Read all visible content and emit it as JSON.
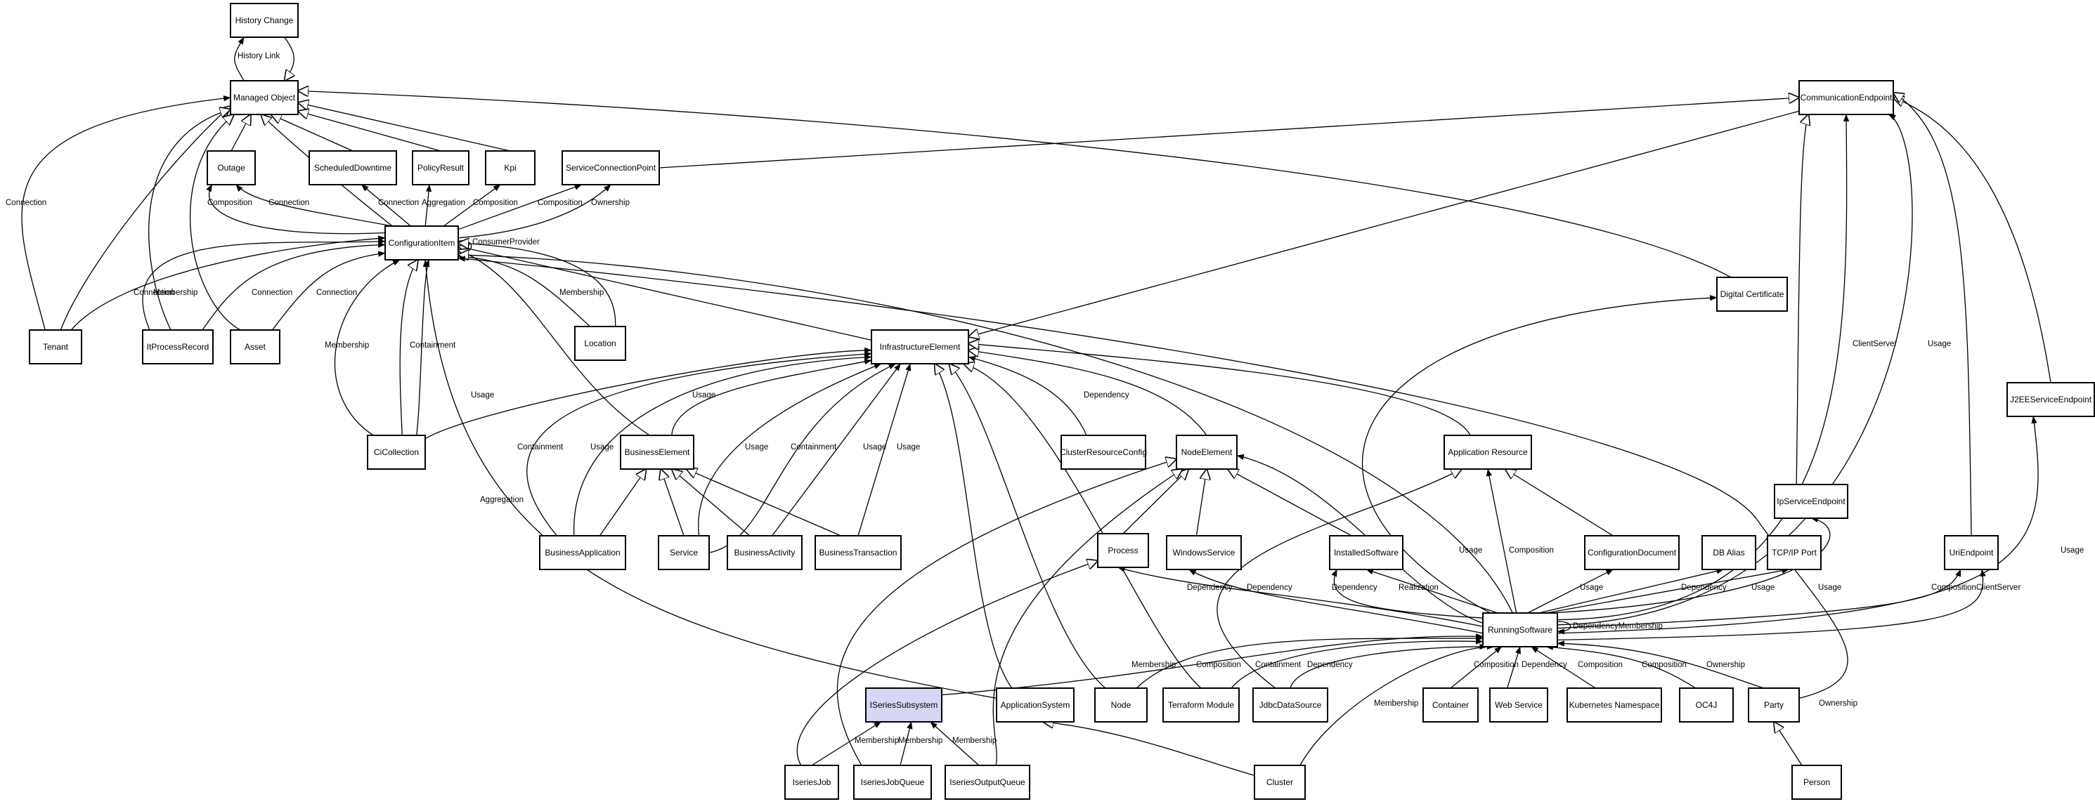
{
  "highlight_color": "#d6d6f5",
  "nodes": [
    {
      "id": "history_change",
      "label": "History Change"
    },
    {
      "id": "managed_object",
      "label": "Managed Object"
    },
    {
      "id": "communication_endpoint",
      "label": "CommunicationEndpoint"
    },
    {
      "id": "outage",
      "label": "Outage"
    },
    {
      "id": "scheduled_downtime",
      "label": "ScheduledDowntime"
    },
    {
      "id": "policy_result",
      "label": "PolicyResult"
    },
    {
      "id": "kpi",
      "label": "Kpi"
    },
    {
      "id": "service_connection_point",
      "label": "ServiceConnectionPoint"
    },
    {
      "id": "configuration_item",
      "label": "ConfigurationItem"
    },
    {
      "id": "digital_certificate",
      "label": "Digital Certificate"
    },
    {
      "id": "tenant",
      "label": "Tenant"
    },
    {
      "id": "it_process_record",
      "label": "ItProcessRecord"
    },
    {
      "id": "asset",
      "label": "Asset"
    },
    {
      "id": "location",
      "label": "Location"
    },
    {
      "id": "infrastructure_element",
      "label": "InfrastructureElement"
    },
    {
      "id": "j2ee_service_endpoint",
      "label": "J2EEServiceEndpoint"
    },
    {
      "id": "ci_collection",
      "label": "CiCollection"
    },
    {
      "id": "business_element",
      "label": "BusinessElement"
    },
    {
      "id": "cluster_resource_config",
      "label": "ClusterResourceConfig"
    },
    {
      "id": "node_element",
      "label": "NodeElement"
    },
    {
      "id": "application_resource",
      "label": "Application Resource"
    },
    {
      "id": "ip_service_endpoint",
      "label": "IpServiceEndpoint"
    },
    {
      "id": "business_application",
      "label": "BusinessApplication"
    },
    {
      "id": "service",
      "label": "Service"
    },
    {
      "id": "business_activity",
      "label": "BusinessActivity"
    },
    {
      "id": "business_transaction",
      "label": "BusinessTransaction"
    },
    {
      "id": "process",
      "label": "Process"
    },
    {
      "id": "windows_service",
      "label": "WindowsService"
    },
    {
      "id": "installed_software",
      "label": "InstalledSoftware"
    },
    {
      "id": "configuration_document",
      "label": "ConfigurationDocument"
    },
    {
      "id": "db_alias",
      "label": "DB Alias"
    },
    {
      "id": "tcpip_port",
      "label": "TCP/IP Port"
    },
    {
      "id": "uri_endpoint",
      "label": "UriEndpoint"
    },
    {
      "id": "running_software",
      "label": "RunningSoftware"
    },
    {
      "id": "iseries_subsystem",
      "label": "ISeriesSubsystem",
      "highlight": true
    },
    {
      "id": "application_system",
      "label": "ApplicationSystem"
    },
    {
      "id": "node",
      "label": "Node"
    },
    {
      "id": "terraform_module",
      "label": "Terraform Module"
    },
    {
      "id": "jdbc_data_source",
      "label": "JdbcDataSource"
    },
    {
      "id": "container",
      "label": "Container"
    },
    {
      "id": "web_service",
      "label": "Web Service"
    },
    {
      "id": "kubernetes_namespace",
      "label": "Kubernetes Namespace"
    },
    {
      "id": "oc4j",
      "label": "OC4J"
    },
    {
      "id": "party",
      "label": "Party"
    },
    {
      "id": "iseries_job",
      "label": "IseriesJob"
    },
    {
      "id": "iseries_job_queue",
      "label": "IseriesJobQueue"
    },
    {
      "id": "iseries_output_queue",
      "label": "IseriesOutputQueue"
    },
    {
      "id": "cluster",
      "label": "Cluster"
    },
    {
      "id": "person",
      "label": "Person"
    }
  ],
  "edges": [
    {
      "from": "managed_object",
      "to": "history_change",
      "label": "History Link",
      "kind": "assoc"
    },
    {
      "from": "history_change",
      "to": "managed_object",
      "label": "",
      "kind": "inherit"
    },
    {
      "from": "outage",
      "to": "managed_object",
      "label": "",
      "kind": "inherit"
    },
    {
      "from": "scheduled_downtime",
      "to": "managed_object",
      "label": "",
      "kind": "inherit"
    },
    {
      "from": "policy_result",
      "to": "managed_object",
      "label": "",
      "kind": "inherit"
    },
    {
      "from": "kpi",
      "to": "managed_object",
      "label": "",
      "kind": "inherit"
    },
    {
      "from": "configuration_item",
      "to": "managed_object",
      "label": "",
      "kind": "inherit"
    },
    {
      "from": "tenant",
      "to": "managed_object",
      "label": "",
      "kind": "inherit"
    },
    {
      "from": "tenant",
      "to": "managed_object",
      "label": "Connection",
      "kind": "assoc"
    },
    {
      "from": "it_process_record",
      "to": "managed_object",
      "label": "",
      "kind": "inherit"
    },
    {
      "from": "asset",
      "to": "managed_object",
      "label": "",
      "kind": "inherit"
    },
    {
      "from": "digital_certificate",
      "to": "managed_object",
      "label": "",
      "kind": "inherit"
    },
    {
      "from": "service_connection_point",
      "to": "communication_endpoint",
      "label": "",
      "kind": "inherit"
    },
    {
      "from": "configuration_item",
      "to": "outage",
      "label": "Composition",
      "kind": "assoc"
    },
    {
      "from": "configuration_item",
      "to": "outage",
      "label": "Connection",
      "kind": "assoc"
    },
    {
      "from": "configuration_item",
      "to": "scheduled_downtime",
      "label": "Connection",
      "kind": "assoc"
    },
    {
      "from": "configuration_item",
      "to": "policy_result",
      "label": "Aggregation",
      "kind": "assoc"
    },
    {
      "from": "configuration_item",
      "to": "kpi",
      "label": "Composition",
      "kind": "assoc"
    },
    {
      "from": "configuration_item",
      "to": "service_connection_point",
      "label": "Composition",
      "kind": "assoc"
    },
    {
      "from": "configuration_item",
      "to": "service_connection_point",
      "label": "Ownership",
      "kind": "assoc"
    },
    {
      "from": "configuration_item",
      "to": "configuration_item",
      "label": "ConsumerProvider",
      "kind": "assoc"
    },
    {
      "from": "tenant",
      "to": "configuration_item",
      "label": "Connection",
      "kind": "assoc"
    },
    {
      "from": "it_process_record",
      "to": "configuration_item",
      "label": "Membership",
      "kind": "assoc"
    },
    {
      "from": "it_process_record",
      "to": "configuration_item",
      "label": "Connection",
      "kind": "assoc"
    },
    {
      "from": "asset",
      "to": "configuration_item",
      "label": "Connection",
      "kind": "assoc"
    },
    {
      "from": "location",
      "to": "configuration_item",
      "label": "Membership",
      "kind": "assoc"
    },
    {
      "from": "ci_collection",
      "to": "configuration_item",
      "label": "Membership",
      "kind": "assoc"
    },
    {
      "from": "ci_collection",
      "to": "configuration_item",
      "label": "Containment",
      "kind": "assoc"
    },
    {
      "from": "ci_collection",
      "to": "configuration_item",
      "label": "",
      "kind": "inherit"
    },
    {
      "from": "infrastructure_element",
      "to": "configuration_item",
      "label": "",
      "kind": "inherit"
    },
    {
      "from": "business_element",
      "to": "configuration_item",
      "label": "",
      "kind": "inherit"
    },
    {
      "from": "location",
      "to": "configuration_item",
      "label": "",
      "kind": "inherit"
    },
    {
      "from": "running_software",
      "to": "configuration_item",
      "label": "",
      "kind": "inherit"
    },
    {
      "from": "application_system",
      "to": "configuration_item",
      "label": "Aggregation",
      "kind": "assoc"
    },
    {
      "from": "ci_collection",
      "to": "infrastructure_element",
      "label": "Usage",
      "kind": "assoc"
    },
    {
      "from": "business_application",
      "to": "infrastructure_element",
      "label": "Containment",
      "kind": "assoc"
    },
    {
      "from": "business_application",
      "to": "infrastructure_element",
      "label": "Usage",
      "kind": "assoc"
    },
    {
      "from": "business_element",
      "to": "infrastructure_element",
      "label": "Usage",
      "kind": "assoc"
    },
    {
      "from": "service",
      "to": "infrastructure_element",
      "label": "Usage",
      "kind": "assoc"
    },
    {
      "from": "service",
      "to": "infrastructure_element",
      "label": "Containment",
      "kind": "assoc"
    },
    {
      "from": "business_activity",
      "to": "infrastructure_element",
      "label": "Usage",
      "kind": "assoc"
    },
    {
      "from": "business_transaction",
      "to": "infrastructure_element",
      "label": "Usage",
      "kind": "assoc"
    },
    {
      "from": "cluster_resource_config",
      "to": "infrastructure_element",
      "label": "Dependency",
      "kind": "assoc"
    },
    {
      "from": "node_element",
      "to": "infrastructure_element",
      "label": "",
      "kind": "inherit"
    },
    {
      "from": "application_resource",
      "to": "infrastructure_element",
      "label": "",
      "kind": "inherit"
    },
    {
      "from": "application_system",
      "to": "infrastructure_element",
      "label": "",
      "kind": "inherit"
    },
    {
      "from": "node",
      "to": "infrastructure_element",
      "label": "",
      "kind": "inherit"
    },
    {
      "from": "terraform_module",
      "to": "infrastructure_element",
      "label": "",
      "kind": "inherit"
    },
    {
      "from": "communication_endpoint",
      "to": "infrastructure_element",
      "label": "",
      "kind": "inherit"
    },
    {
      "from": "j2ee_service_endpoint",
      "to": "communication_endpoint",
      "label": "",
      "kind": "inherit"
    },
    {
      "from": "ip_service_endpoint",
      "to": "communication_endpoint",
      "label": "",
      "kind": "inherit"
    },
    {
      "from": "uri_endpoint",
      "to": "communication_endpoint",
      "label": "",
      "kind": "inherit"
    },
    {
      "from": "running_software",
      "to": "communication_endpoint",
      "label": "ClientServer",
      "kind": "assoc"
    },
    {
      "from": "running_software",
      "to": "communication_endpoint",
      "label": "Usage",
      "kind": "assoc"
    },
    {
      "from": "running_software",
      "to": "j2ee_service_endpoint",
      "label": "Usage",
      "kind": "assoc"
    },
    {
      "from": "running_software",
      "to": "digital_certificate",
      "label": "",
      "kind": "assoc"
    },
    {
      "from": "business_application",
      "to": "business_element",
      "label": "",
      "kind": "inherit"
    },
    {
      "from": "service",
      "to": "business_element",
      "label": "",
      "kind": "inherit"
    },
    {
      "from": "business_activity",
      "to": "business_element",
      "label": "",
      "kind": "inherit"
    },
    {
      "from": "business_transaction",
      "to": "business_element",
      "label": "",
      "kind": "inherit"
    },
    {
      "from": "process",
      "to": "node_element",
      "label": "",
      "kind": "inherit"
    },
    {
      "from": "windows_service",
      "to": "node_element",
      "label": "",
      "kind": "inherit"
    },
    {
      "from": "installed_software",
      "to": "node_element",
      "label": "",
      "kind": "inherit"
    },
    {
      "from": "iseries_job_queue",
      "to": "node_element",
      "label": "",
      "kind": "inherit"
    },
    {
      "from": "iseries_output_queue",
      "to": "node_element",
      "label": "",
      "kind": "inherit"
    },
    {
      "from": "running_software",
      "to": "node_element",
      "label": "Usage",
      "kind": "assoc"
    },
    {
      "from": "configuration_document",
      "to": "application_resource",
      "label": "",
      "kind": "inherit"
    },
    {
      "from": "jdbc_data_source",
      "to": "application_resource",
      "label": "",
      "kind": "inherit"
    },
    {
      "from": "running_software",
      "to": "application_resource",
      "label": "Composition",
      "kind": "assoc"
    },
    {
      "from": "running_software",
      "to": "ip_service_endpoint",
      "label": "Usage",
      "kind": "assoc"
    },
    {
      "from": "running_software",
      "to": "process",
      "label": "Dependency",
      "kind": "assoc"
    },
    {
      "from": "running_software",
      "to": "windows_service",
      "label": "Dependency",
      "kind": "assoc"
    },
    {
      "from": "running_software",
      "to": "installed_software",
      "label": "Dependency",
      "kind": "assoc"
    },
    {
      "from": "running_software",
      "to": "installed_software",
      "label": "Realization",
      "kind": "assoc"
    },
    {
      "from": "running_software",
      "to": "configuration_document",
      "label": "Usage",
      "kind": "assoc"
    },
    {
      "from": "running_software",
      "to": "db_alias",
      "label": "Dependency",
      "kind": "assoc"
    },
    {
      "from": "running_software",
      "to": "tcpip_port",
      "label": "Usage",
      "kind": "assoc"
    },
    {
      "from": "running_software",
      "to": "uri_endpoint",
      "label": "Composition",
      "kind": "assoc"
    },
    {
      "from": "running_software",
      "to": "uri_endpoint",
      "label": "ClientServer",
      "kind": "assoc"
    },
    {
      "from": "running_software",
      "to": "running_software",
      "label": "DependencyMembership",
      "kind": "assoc"
    },
    {
      "from": "iseries_subsystem",
      "to": "running_software",
      "label": "Membership",
      "kind": "assoc"
    },
    {
      "from": "iseries_job",
      "to": "process",
      "label": "",
      "kind": "inherit"
    },
    {
      "from": "node",
      "to": "running_software",
      "label": "Composition",
      "kind": "assoc"
    },
    {
      "from": "terraform_module",
      "to": "running_software",
      "label": "Containment",
      "kind": "assoc"
    },
    {
      "from": "jdbc_data_source",
      "to": "running_software",
      "label": "Dependency",
      "kind": "assoc"
    },
    {
      "from": "cluster",
      "to": "running_software",
      "label": "Membership",
      "kind": "assoc"
    },
    {
      "from": "container",
      "to": "running_software",
      "label": "Composition",
      "kind": "assoc"
    },
    {
      "from": "web_service",
      "to": "running_software",
      "label": "Dependency",
      "kind": "assoc"
    },
    {
      "from": "kubernetes_namespace",
      "to": "running_software",
      "label": "Composition",
      "kind": "assoc"
    },
    {
      "from": "oc4j",
      "to": "running_software",
      "label": "Composition",
      "kind": "assoc"
    },
    {
      "from": "party",
      "to": "running_software",
      "label": "Ownership",
      "kind": "assoc"
    },
    {
      "from": "party",
      "to": "configuration_item",
      "label": "Ownership",
      "kind": "assoc"
    },
    {
      "from": "iseries_job",
      "to": "iseries_subsystem",
      "label": "Membership",
      "kind": "assoc"
    },
    {
      "from": "iseries_job_queue",
      "to": "iseries_subsystem",
      "label": "Membership",
      "kind": "assoc"
    },
    {
      "from": "iseries_output_queue",
      "to": "iseries_subsystem",
      "label": "Membership",
      "kind": "assoc"
    },
    {
      "from": "cluster",
      "to": "application_system",
      "label": "",
      "kind": "inherit"
    },
    {
      "from": "person",
      "to": "party",
      "label": "",
      "kind": "inherit"
    }
  ]
}
